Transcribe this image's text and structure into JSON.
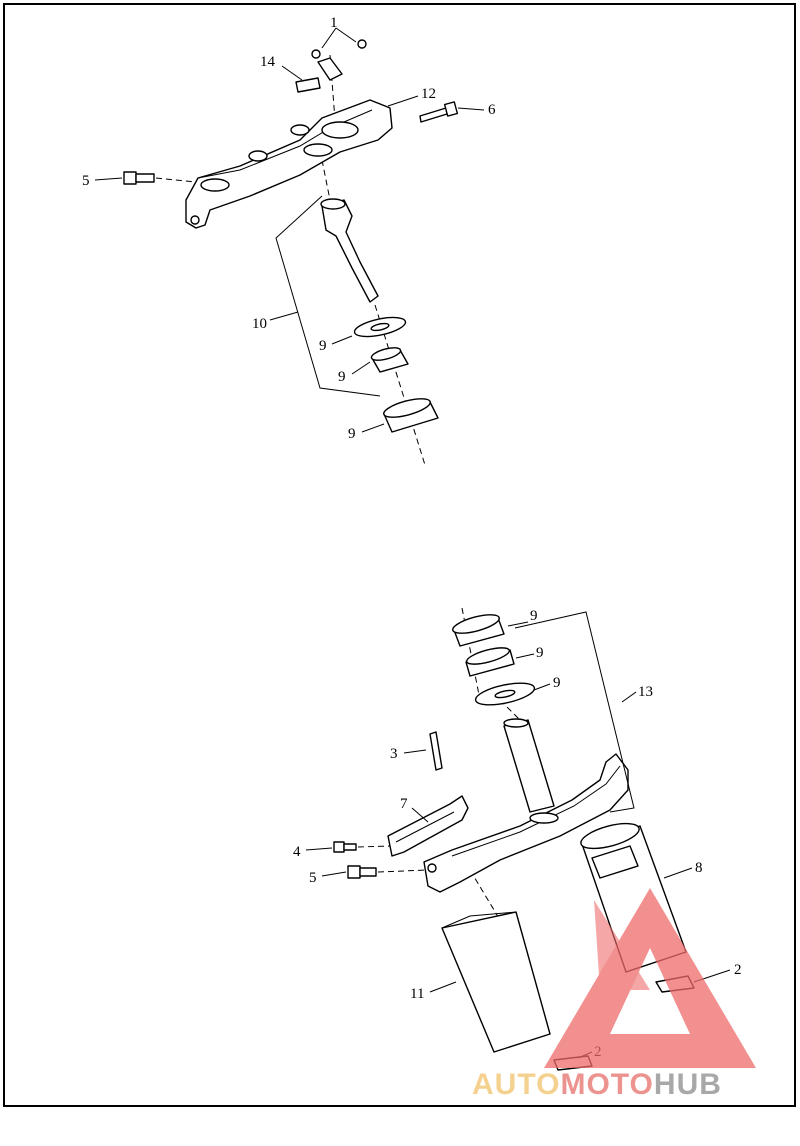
{
  "callouts": {
    "c1": "1",
    "c14": "14",
    "c12": "12",
    "c6": "6",
    "c5_top": "5",
    "c10": "10",
    "c9_a": "9",
    "c9_b": "9",
    "c9_c": "9",
    "c9_d": "9",
    "c9_e": "9",
    "c9_f": "9",
    "c13": "13",
    "c3": "3",
    "c7": "7",
    "c4": "4",
    "c5_bottom": "5",
    "c8": "8",
    "c2_a": "2",
    "c11": "11",
    "c2_b": "2"
  },
  "watermark": {
    "part1": "AUTO",
    "part2": "MOTO",
    "part3": "HUB",
    "colors": {
      "auto": "#f2c26b",
      "moto": "#e8706a",
      "hub": "#8c8c8c",
      "triangle": "#ee6a6a"
    }
  }
}
